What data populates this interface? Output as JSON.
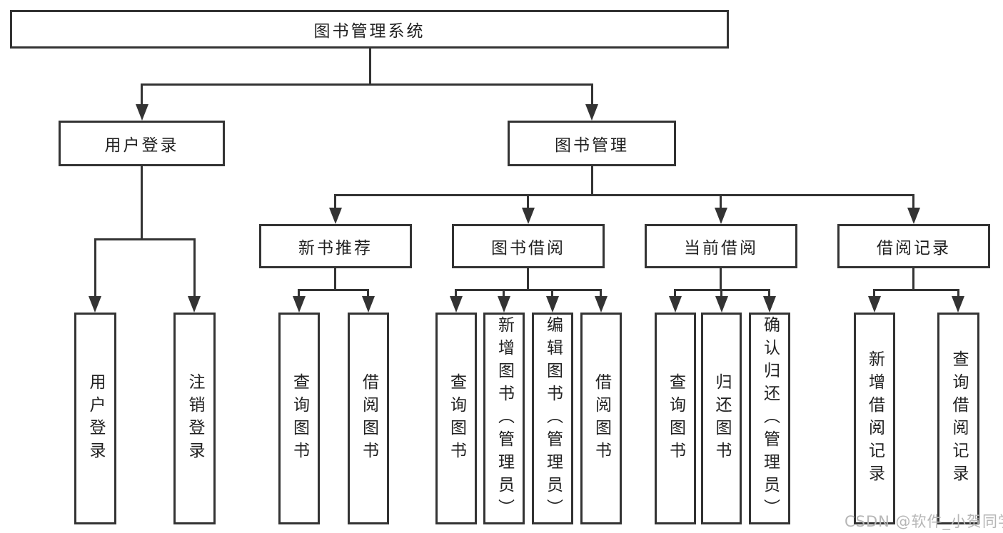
{
  "diagram": {
    "root": "图书管理系统",
    "children": [
      {
        "label": "用户登录",
        "children": [
          {
            "label": "用户登录"
          },
          {
            "label": "注销登录"
          }
        ]
      },
      {
        "label": "图书管理",
        "children": [
          {
            "label": "新书推荐",
            "children": [
              {
                "label": "查询图书"
              },
              {
                "label": "借阅图书"
              }
            ]
          },
          {
            "label": "图书借阅",
            "children": [
              {
                "label": "查询图书"
              },
              {
                "label": "新增图书（管理员）"
              },
              {
                "label": "编辑图书（管理员）"
              },
              {
                "label": "借阅图书"
              }
            ]
          },
          {
            "label": "当前借阅",
            "children": [
              {
                "label": "查询图书"
              },
              {
                "label": "归还图书"
              },
              {
                "label": "确认归还（管理员）"
              }
            ]
          },
          {
            "label": "借阅记录",
            "children": [
              {
                "label": "新增借阅记录"
              },
              {
                "label": "查询借阅记录"
              }
            ]
          }
        ]
      }
    ]
  },
  "watermark": {
    "text": "CSDN @软件_小贺同学"
  },
  "colors": {
    "line": "#333333",
    "text": "#212121",
    "background": "#ffffff",
    "watermark": "#b6b6b6"
  }
}
